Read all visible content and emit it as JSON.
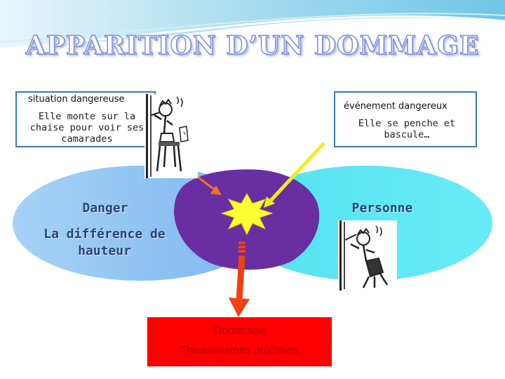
{
  "title": "APPARITION D’UN DOMMAGE",
  "situation": {
    "heading": "situation dangereuse",
    "text": "Elle monte sur la chaise pour voir ses camarades",
    "lines": [
      "Elle monte sur la",
      "chaise pour voir ses",
      "camarades"
    ]
  },
  "event": {
    "heading": "événement dangereux",
    "text": "Elle se penche et bascule…",
    "lines": [
      "Elle se penche et",
      "bascule…"
    ]
  },
  "danger_label": "Danger",
  "person_label": "Personne",
  "danger_detail": {
    "lines": [
      "La différence de",
      "hauteur"
    ]
  },
  "damage": {
    "title": "Dommage",
    "detail": "Traumatismes multiples"
  },
  "colors": {
    "danger_ellipse": "#8cc3f2",
    "person_ellipse": "#5ae8f5",
    "intersection": "#6a2ea3",
    "star": "#ffff33",
    "arrow_yellow": "#eeee20",
    "arrow_orange": "#f07020",
    "arrow_red": "#f04010",
    "damage_box": "#ff0000",
    "box_border": "#3d77b5"
  },
  "icons": [
    "girl-on-chair-illustration",
    "girl-falling-illustration",
    "impact-star-icon"
  ]
}
